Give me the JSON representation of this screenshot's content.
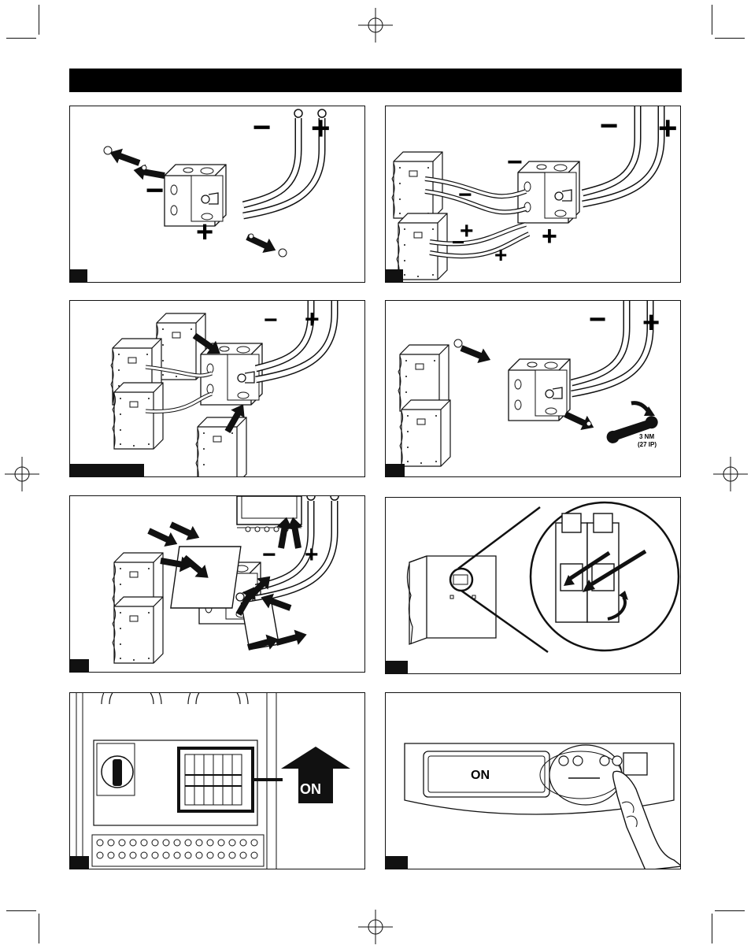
{
  "header": {
    "title": ""
  },
  "symbols": {
    "minus": "−",
    "plus": "+"
  },
  "panel_4": {
    "torque_line1": "3 NM",
    "torque_line2": "(27 IP)"
  },
  "panel_7": {
    "switch_label": "ON"
  },
  "panel_8": {
    "display_text": "ON"
  },
  "icons": [
    "registration-mark-icon",
    "crop-mark-icon",
    "arrow-icon",
    "wrench-icon",
    "hand-icon"
  ]
}
